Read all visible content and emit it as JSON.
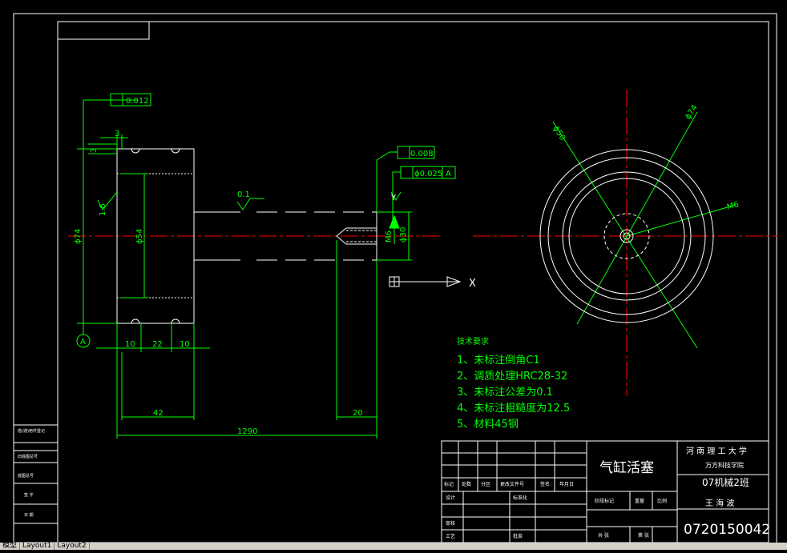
{
  "tolerances": {
    "top_flatness": "0.012",
    "right_flatness": "0.008",
    "coaxiality": "ϕ0.025",
    "datum": "A"
  },
  "dims": {
    "d3_top": "3",
    "d3_side": "3",
    "d74_left": "ϕ74",
    "d54": "ϕ54",
    "d16": "1.6",
    "d01": "0.1",
    "d10a": "10",
    "d22": "22",
    "d10b": "10",
    "d42": "42",
    "d1290": "1290",
    "d20": "20",
    "dM6": "M6",
    "d30": "ϕ30",
    "d74_right": "ϕ74",
    "d50": "ϕ50",
    "dM6r": "M6",
    "datum_label": "A",
    "ucs_x": "X",
    "ucs_y": "Y"
  },
  "notes": {
    "title": "技术要求",
    "items": [
      "1、未标注倒角C1",
      "2、调质处理HRC28-32",
      "3、未标注公差为0.1",
      "4、未标注粗糙度为12.5",
      "5、材料45钢"
    ]
  },
  "title_block": {
    "part_name": "气缸活塞",
    "school": "河 南 理 工 大 学",
    "college": "万方科技学院",
    "class": "07机械2班",
    "name": "王 海 波",
    "drawing_no": "0720150042",
    "rev_headers": [
      "标记",
      "处数",
      "分区",
      "更改文件号",
      "签名",
      "年月日"
    ],
    "role_design": "设计",
    "role_std": "标准化",
    "stage_label": "阶段标记",
    "weight_label": "重量",
    "scale_label": "比例",
    "review_label": "审核",
    "process_label": "工艺",
    "approve_label": "批准",
    "sheet_label": "共 张",
    "page_label": "第 张"
  },
  "side_table": {
    "rows": [
      "借(通)用件登记",
      "旧底图总号",
      "底图总号",
      "签 字",
      "日 期"
    ]
  },
  "tabs": [
    "模型",
    "Layout1",
    "Layout2"
  ]
}
